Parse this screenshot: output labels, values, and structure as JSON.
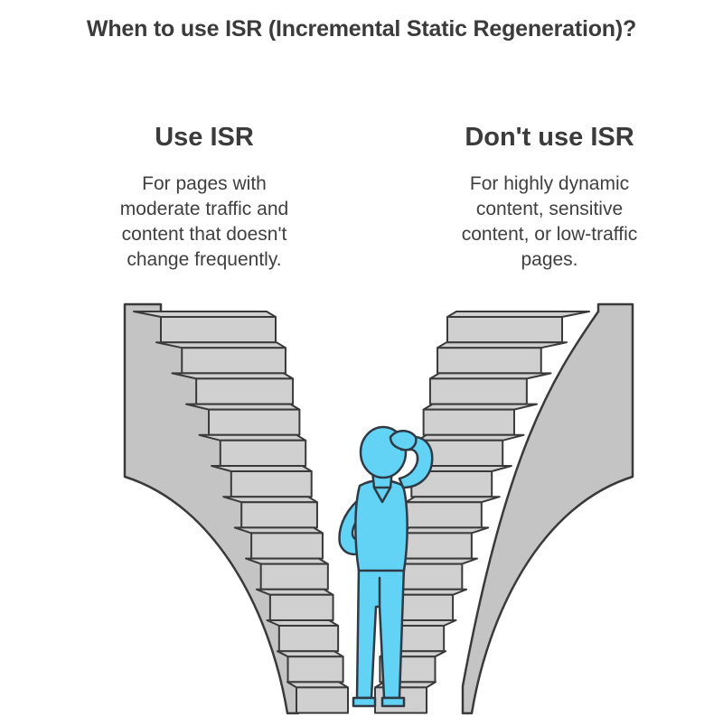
{
  "title": "When to use ISR (Incremental Static Regeneration)?",
  "options": {
    "left": {
      "heading": "Use ISR",
      "lines": [
        "For pages with",
        "moderate traffic and",
        "content that doesn't",
        "change frequently."
      ]
    },
    "right": {
      "heading": "Don't use ISR",
      "lines": [
        "For highly dynamic",
        "content, sensitive",
        "content, or low-traffic",
        "pages."
      ]
    }
  },
  "colors": {
    "stair_fill": "#d0d0d0",
    "stair_side": "#c4c4c4",
    "outline": "#3a3a3a",
    "person": "#62d2f5"
  }
}
